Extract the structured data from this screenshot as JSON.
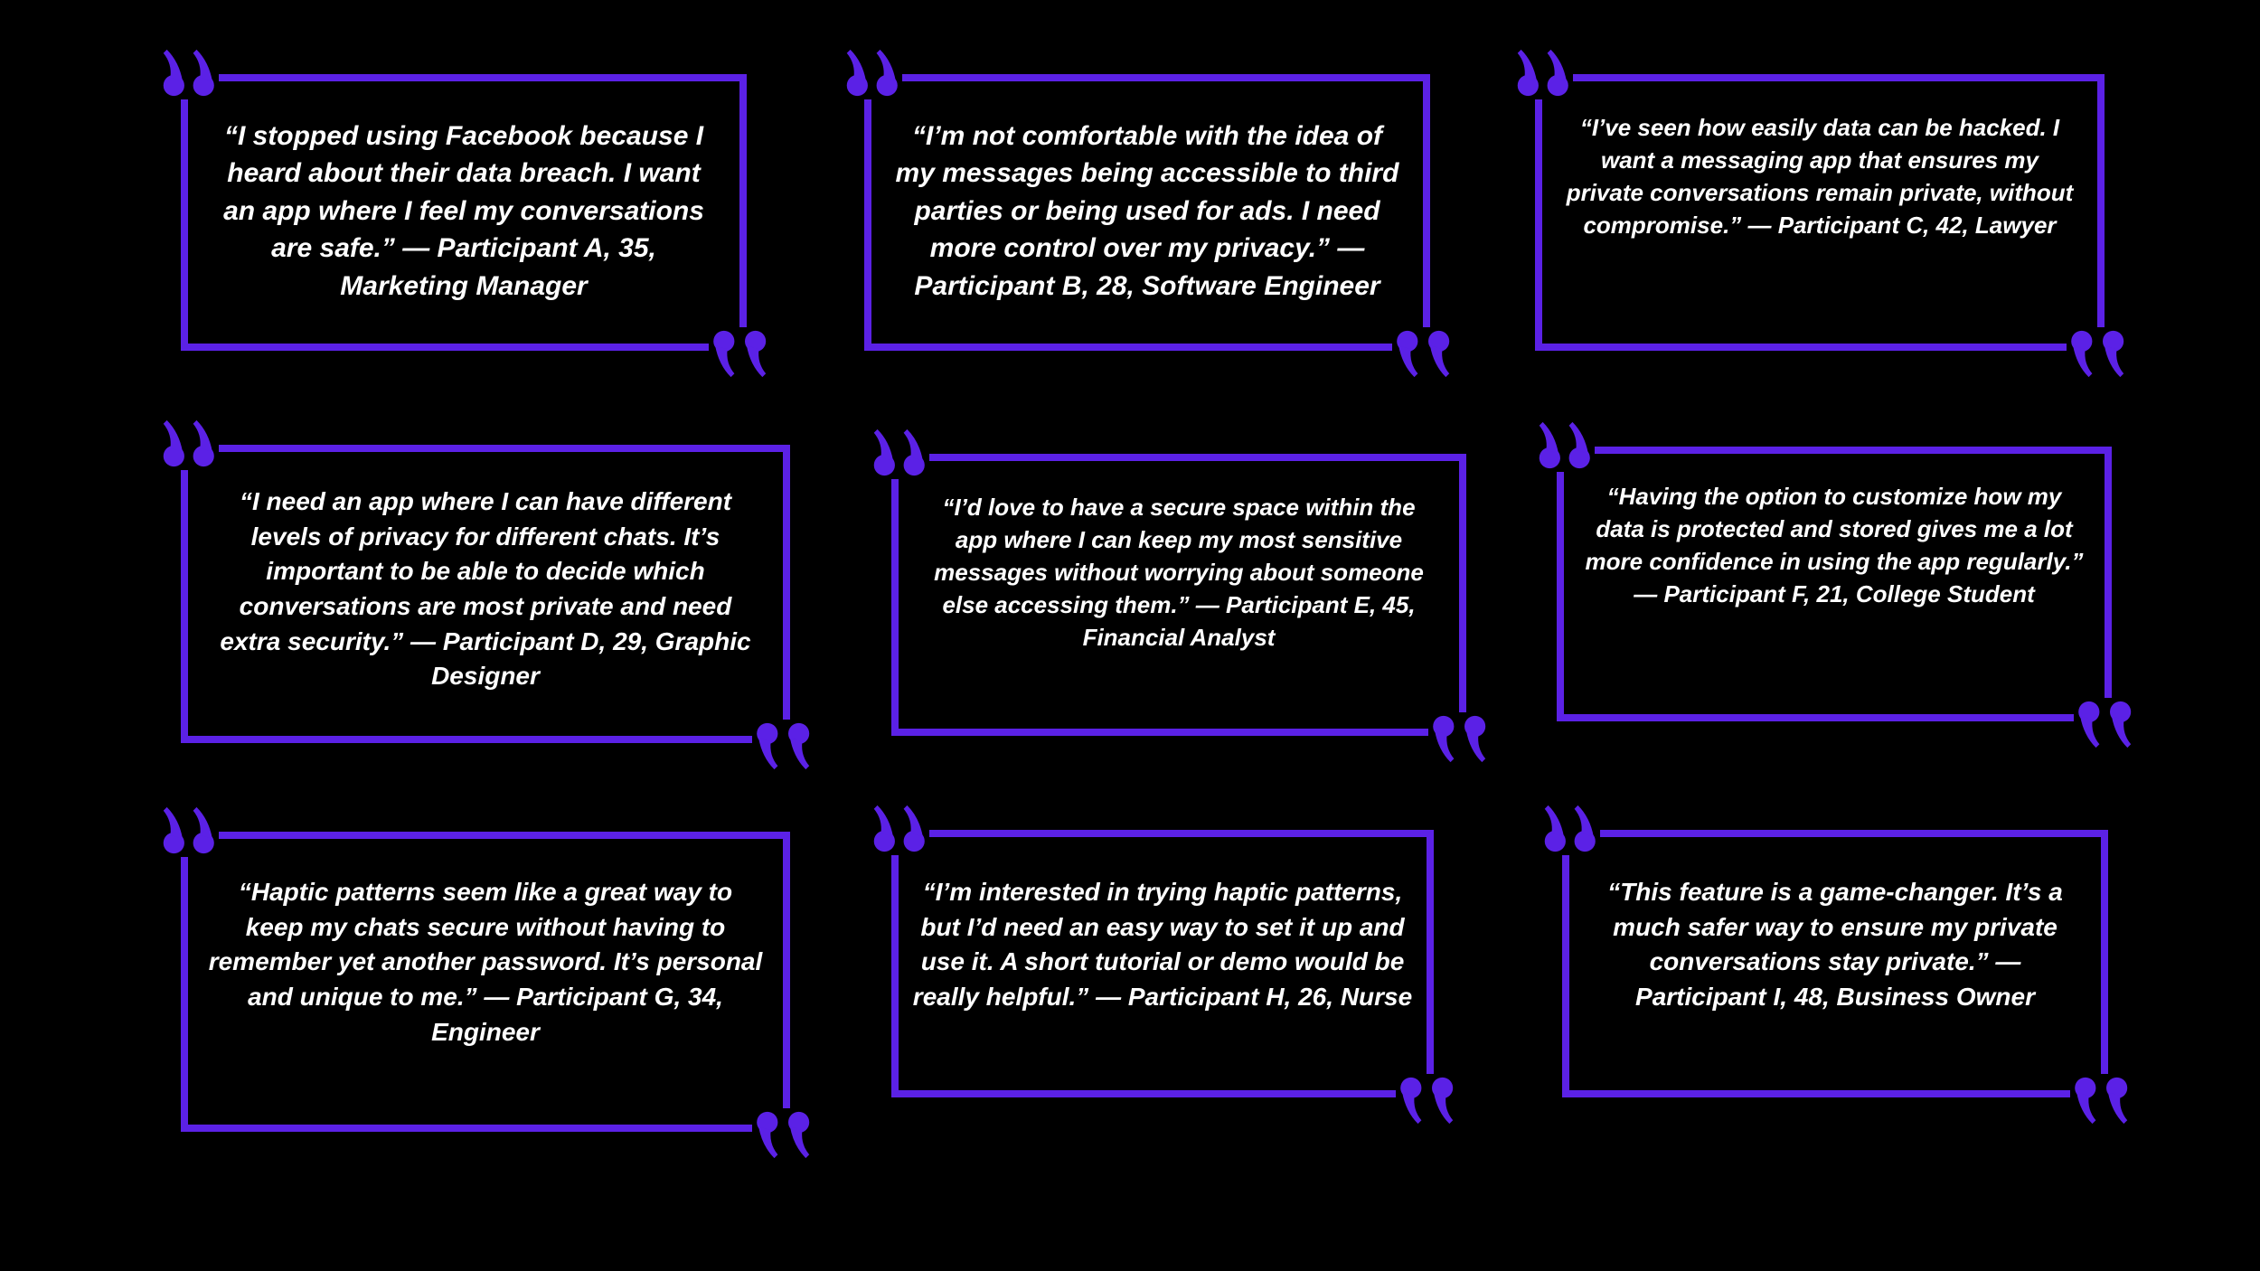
{
  "colors": {
    "background": "#000000",
    "accent": "#5b21e6",
    "text": "#ffffff"
  },
  "quotes": [
    {
      "text": "“I stopped using Facebook  because I heard about their data breach. I want an app where I feel my conversations are safe.” — Participant A, 35, Marketing Manager"
    },
    {
      "text": "“I’m not comfortable with the idea of my messages being accessible to third parties or being used for ads. I need more control over my privacy.” — Participant B, 28, Software Engineer"
    },
    {
      "text": "“I’ve seen how easily data can be hacked. I want a messaging app that ensures my private conversations remain private, without compromise.” — Participant C, 42, Lawyer"
    },
    {
      "text": "“I need an app where I can have different levels of privacy for different chats. It’s important to be able to decide which conversations are most private and need extra security.” — Participant D, 29, Graphic Designer"
    },
    {
      "text": "“I’d love to have a secure space within the app where I can keep my most sensitive messages without worrying about someone else accessing them.” — Participant E, 45, Financial Analyst"
    },
    {
      "text": "“Having the option to customize how my data is protected and stored gives me a lot more confidence in using the app regularly.” — Participant F, 21, College Student"
    },
    {
      "text": "“Haptic patterns seem like a great way to keep my chats secure without having to remember yet another password. It’s personal and unique to me.” — Participant G, 34, Engineer"
    },
    {
      "text": "“I’m interested in trying haptic patterns, but I’d need an easy way to set it up and use it. A short tutorial or demo would be really helpful.” — Participant H, 26, Nurse"
    },
    {
      "text": "“This feature is a game-changer. It’s a much safer way to ensure my private conversations stay private.” — Participant I, 48, Business Owner"
    }
  ],
  "icons": {
    "open": "open-quote-icon",
    "close": "close-quote-icon"
  }
}
